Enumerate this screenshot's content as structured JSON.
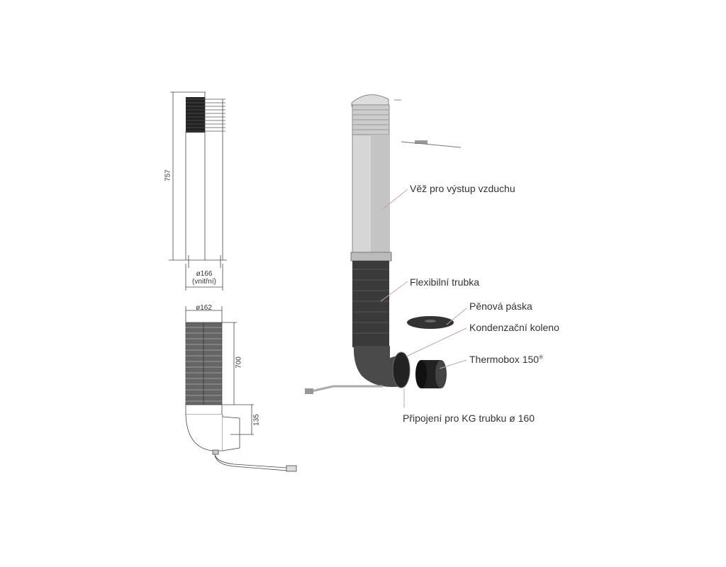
{
  "dimensions": {
    "tower_height": "757",
    "tower_diameter": "ø166",
    "tower_diameter_note": "(vnitřní)",
    "tube_diameter": "ø162",
    "tube_length": "700",
    "elbow_offset": "135"
  },
  "labels": {
    "tower": "Věž pro výstup vzduchu",
    "flex_tube": "Flexibilní trubka",
    "foam_tape": "Pěnová páska",
    "condensation_elbow": "Kondenzační koleno",
    "thermobox": "Thermobox 150",
    "thermobox_mark": "®",
    "kg_connection": "Připojení pro KG trubku ø 160"
  },
  "colors": {
    "leader": "#c9a0a8",
    "line": "#333333"
  }
}
